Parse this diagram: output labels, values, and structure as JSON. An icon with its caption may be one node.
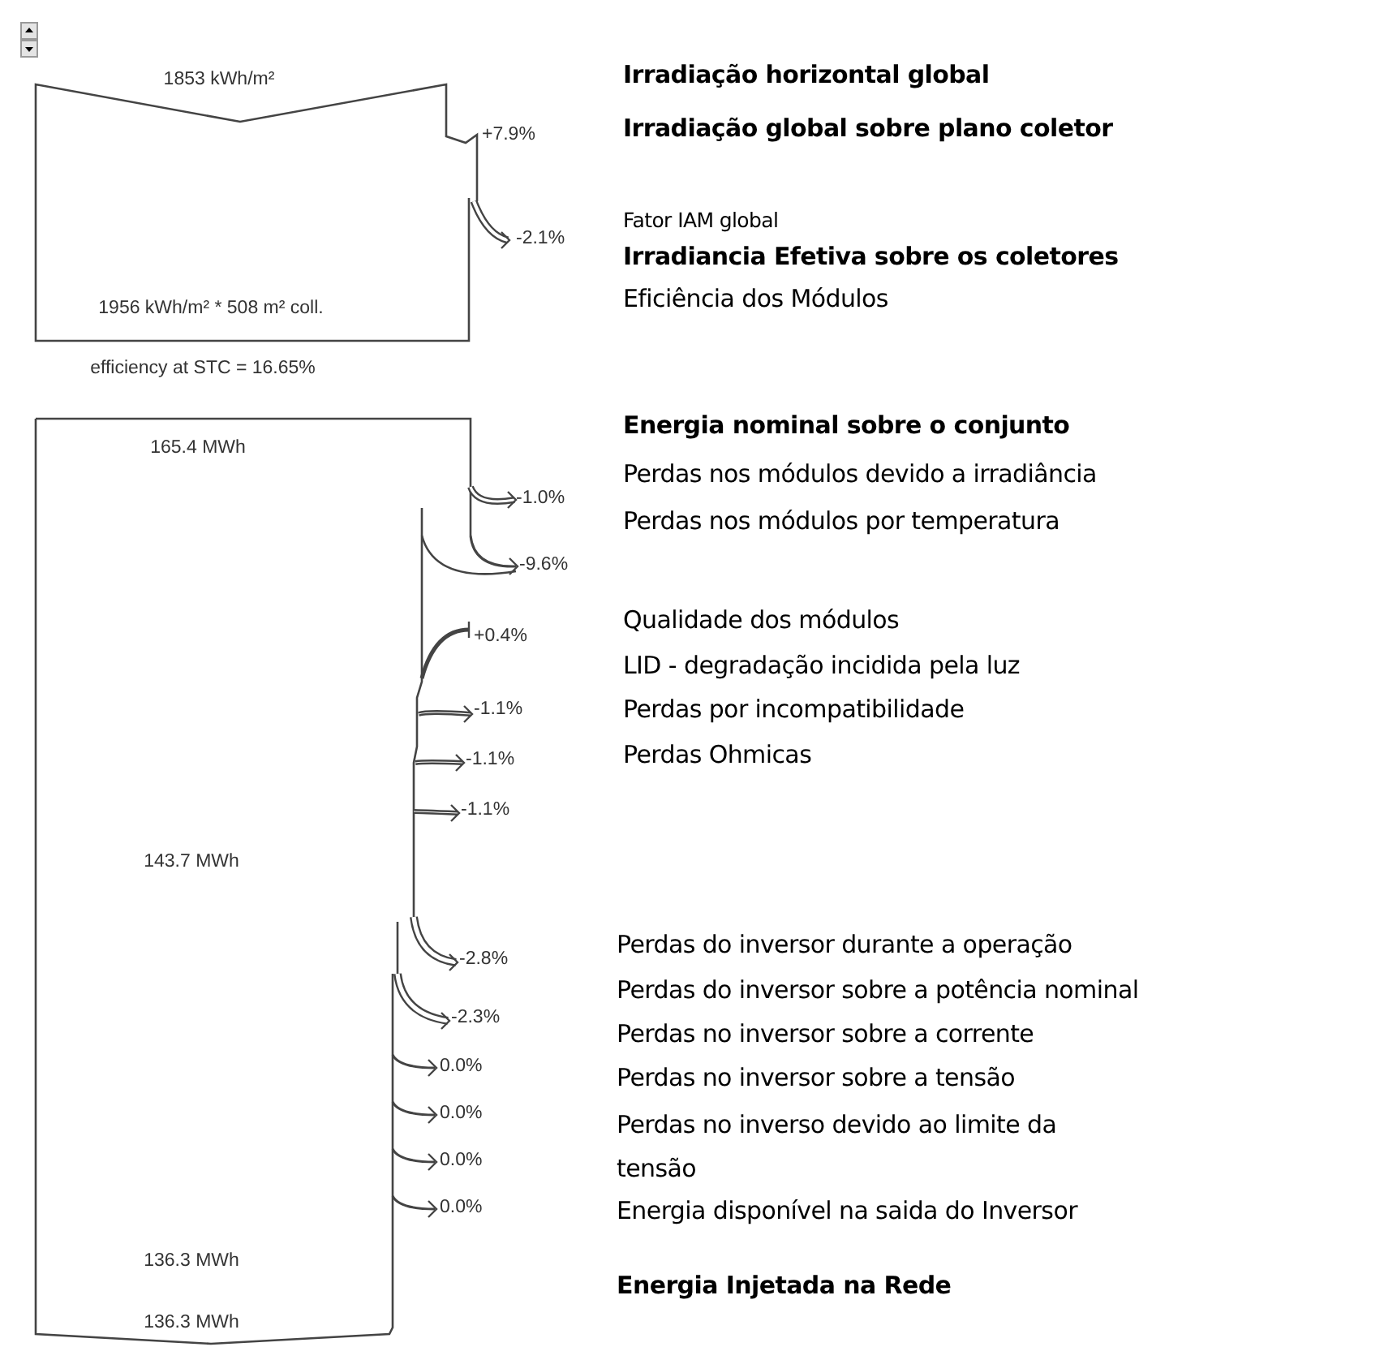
{
  "diagram": {
    "labels": [
      "Irradiação horizontal global",
      "1853 kWh/m²",
      "Irradiação global sobre plano coletor",
      "+7.9%",
      "Fator IAM global",
      "-2.1%",
      "Irradiancia Efetiva sobre os coletores",
      "Eficiência dos Módulos",
      "1956 kWh/m² * 508 m² coll.",
      "efficiency at STC = 16.65%",
      "Energia nominal sobre o conjunto",
      "165.4 MWh",
      "Perdas nos módulos devido a irradiância",
      "-1.0%",
      "Perdas nos módulos por temperatura",
      "-9.6%",
      "Qualidade dos módulos",
      "+0.4%",
      "LID - degradação incidida pela luz",
      "-1.1%",
      "Perdas por incompatibilidade",
      "-1.1%",
      "Perdas Ohmicas",
      "-1.1%",
      "143.7 MWh",
      "Perdas do inversor durante a operação",
      "-2.8%",
      "Perdas do inversor sobre a potência nominal",
      "-2.3%",
      "Perdas no inversor sobre a corrente",
      "0.0%",
      "Perdas no inversor sobre a tensão",
      "0.0%",
      "Perdas no inverso devido ao limite da tensão",
      "0.0%",
      "0.0%",
      "Energia disponível na saida do Inversor",
      "136.3 MWh",
      "136.3 MWh",
      "Energia Injetada na Rede"
    ]
  }
}
